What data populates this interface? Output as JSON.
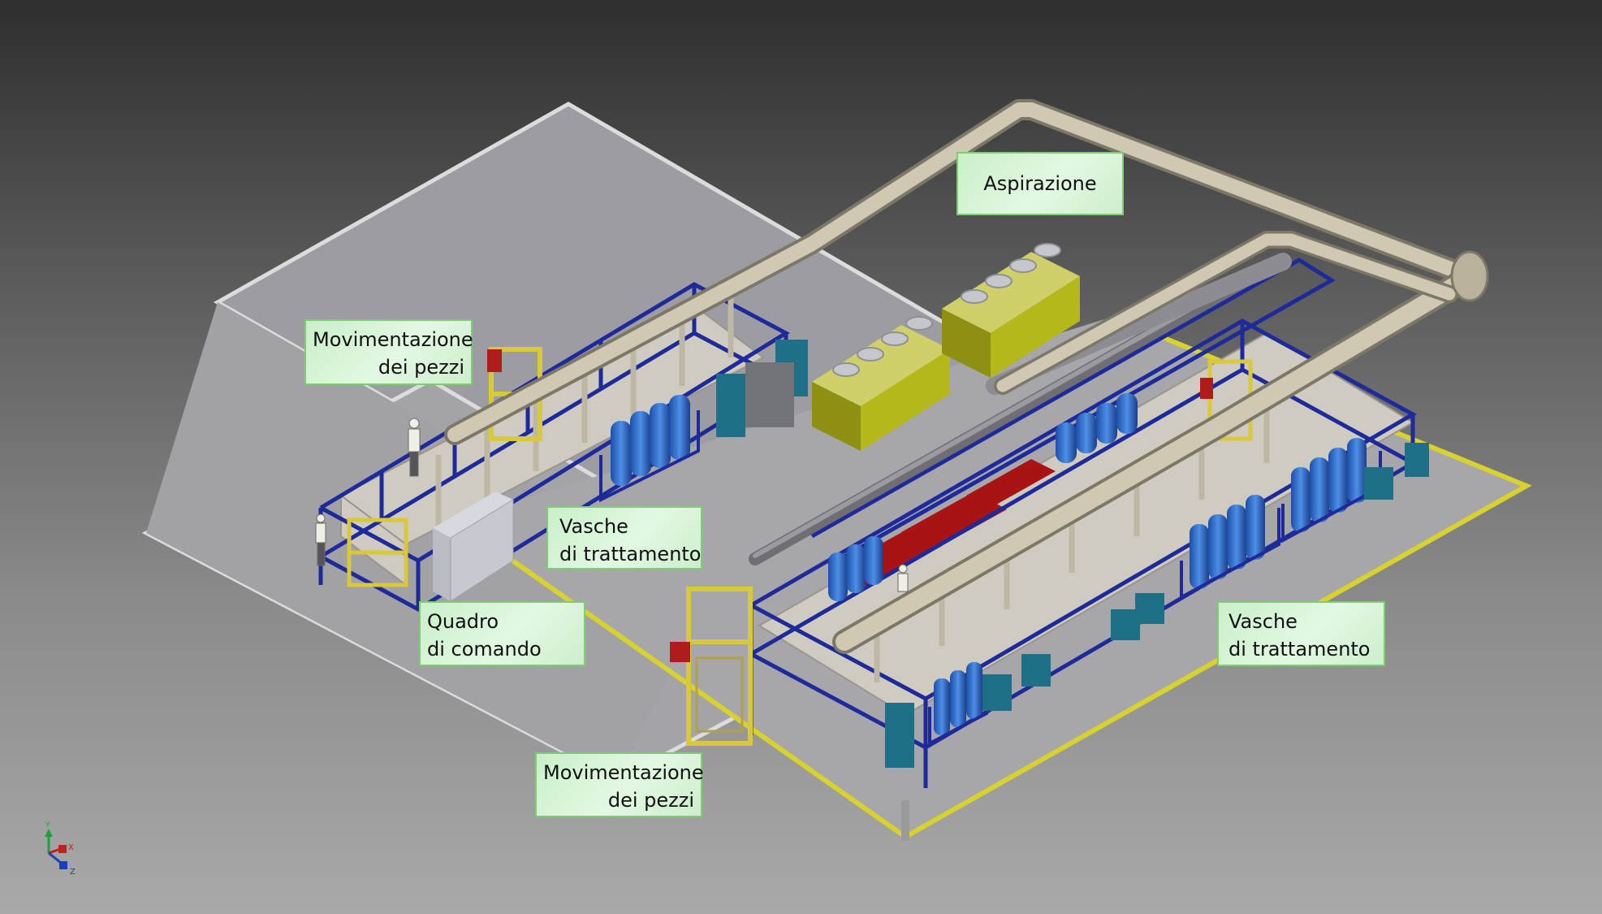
{
  "labels": {
    "aspirazione": "Aspirazione",
    "movimentazione_top": [
      "Movimentazione",
      "dei pezzi"
    ],
    "vasche_left": [
      "Vasche",
      "di trattamento"
    ],
    "quadro": [
      "Quadro",
      "di comando"
    ],
    "vasche_right": [
      "Vasche",
      "di trattamento"
    ],
    "movimentazione_bottom": [
      "Movimentazione",
      "dei pezzi"
    ]
  },
  "axis_triad": {
    "y": "Y",
    "x": "X",
    "z": "Z"
  },
  "colors": {
    "floor": "#a3a3a8",
    "floor_edge": "#e3e3e3",
    "safety_line": "#d8d22e",
    "frame_blue": "#1e2a9a",
    "duct": "#c8c0aa",
    "scrubber_yellow": "#b5b81a",
    "tank_blue": "#2f6fd0",
    "panel_teal": "#1f6f86",
    "tray_red": "#a81414",
    "hoist_yellow": "#d9c83a",
    "callout_border": "#7ccf6e"
  }
}
